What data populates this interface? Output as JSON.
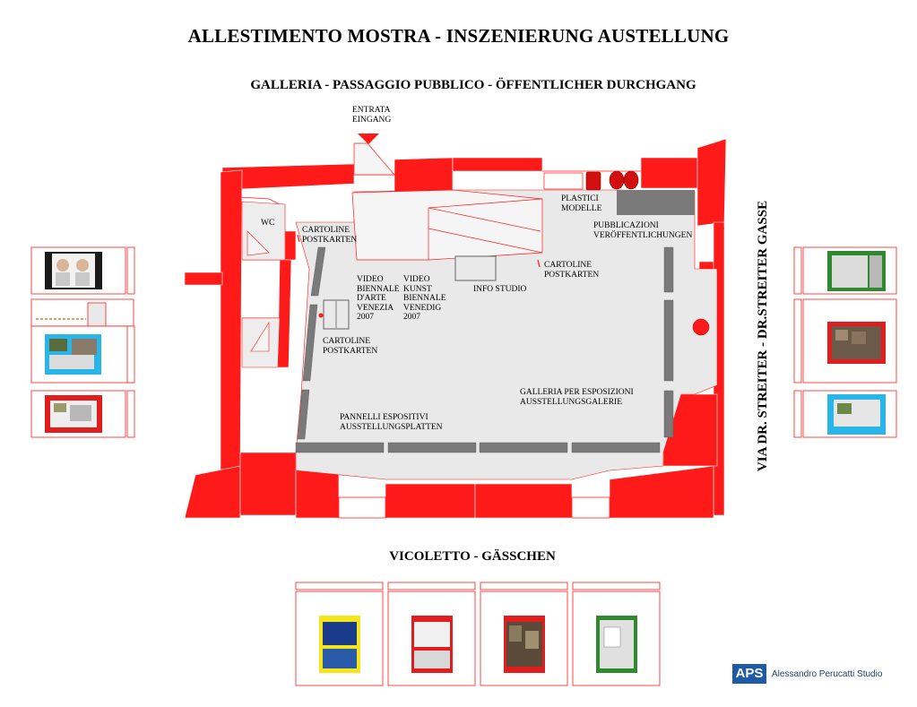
{
  "title": "ALLESTIMENTO MOSTRA - INSZENIERUNG AUSTELLUNG",
  "street_top": "GALLERIA - PASSAGGIO PUBBLICO - ÖFFENTLICHER DURCHGANG",
  "street_right": "VIA DR. STREITER - DR.STREITER GASSE",
  "street_bottom": "VICOLETTO - GÄSSCHEN",
  "labels": {
    "entrance": "ENTRATA\nEINGANG",
    "wc": "WC",
    "postcards_1": "CARTOLINE\nPOSTKARTEN",
    "postcards_2": "CARTOLINE\nPOSTKARTEN",
    "postcards_3": "CARTOLINE\nPOSTKARTEN",
    "models": "PLASTICI\nMODELLE",
    "publications": "PUBBLICAZIONI\nVERÖFFENTLICHUNGEN",
    "video_biennale": "VIDEO\nBIENNALE\nD'ARTE\nVENEZIA\n2007",
    "video_kunst": "VIDEO\nKUNST\nBIENNALE\nVENEDIG\n2007",
    "info_studio": "INFO STUDIO",
    "gallery": "GALLERIA PER ESPOSIZIONI\nAUSSTELLUNGSGALERIE",
    "panels": "PANNELLI ESPOSITIVI\nAUSSTELLUNGSPLATTEN"
  },
  "logo": {
    "mark": "APS",
    "name": "Alessandro Perucatti Studio"
  },
  "colors": {
    "wall": "#ff1a1a",
    "floor": "#e9e9e9",
    "panel": "#7a7a7a",
    "brand": "#1f5aa6"
  }
}
